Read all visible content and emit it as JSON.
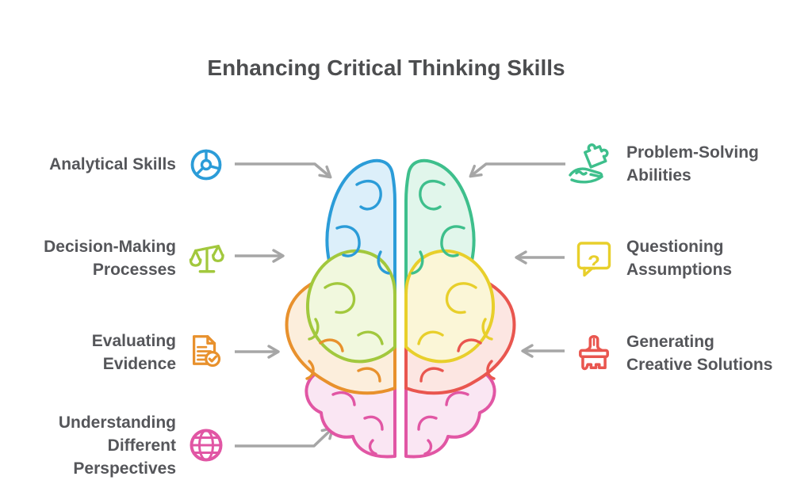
{
  "title": "Enhancing Critical Thinking Skills",
  "colors": {
    "title": "#4C4D4F",
    "text": "#55565A",
    "arrow": "#A6A6A6",
    "blue": "#2B9CD8",
    "blue_fill": "#DCEFFA",
    "green": "#A2C83D",
    "green_fill": "#F1F8DE",
    "orange": "#E8912D",
    "orange_fill": "#FCEEDC",
    "pink": "#E156A4",
    "pink_fill": "#FAE6F3",
    "teal": "#3EBF8C",
    "teal_fill": "#E1F6EB",
    "yellow": "#E8CF2B",
    "yellow_fill": "#FBF6D7",
    "red": "#E9564F",
    "red_fill": "#FCE6E2"
  },
  "left_items": [
    {
      "lines": [
        "Analytical Skills"
      ],
      "icon": "pie-chart-icon",
      "color": "blue"
    },
    {
      "lines": [
        "Decision-Making",
        "Processes"
      ],
      "icon": "balance-scale-icon",
      "color": "green"
    },
    {
      "lines": [
        "Evaluating",
        "Evidence"
      ],
      "icon": "document-check-icon",
      "color": "orange"
    },
    {
      "lines": [
        "Understanding",
        "Different",
        "Perspectives"
      ],
      "icon": "globe-icon",
      "color": "pink"
    }
  ],
  "right_items": [
    {
      "lines": [
        "Problem-Solving",
        "Abilities"
      ],
      "icon": "hand-puzzle-icon",
      "color": "teal"
    },
    {
      "lines": [
        "Questioning",
        "Assumptions"
      ],
      "icon": "question-bubble-icon",
      "color": "yellow"
    },
    {
      "lines": [
        "Generating",
        "Creative Solutions"
      ],
      "icon": "paint-brush-icon",
      "color": "red"
    }
  ],
  "icons": {
    "question_mark": "?"
  }
}
